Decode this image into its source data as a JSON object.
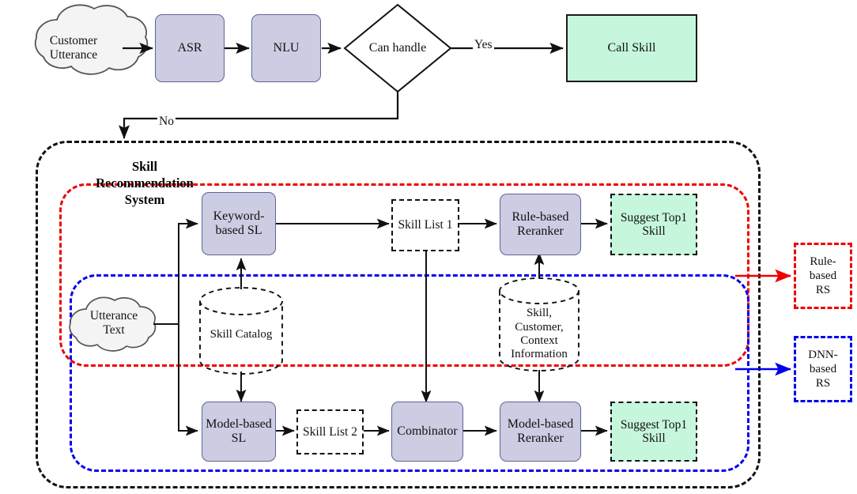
{
  "diagram": {
    "title": "Skill Recommendation System pipeline",
    "system_label": "Skill\nRecommendation\nSystem",
    "colors": {
      "process_fill": "#cccce2",
      "process_stroke": "#62629a",
      "terminal_fill": "#c6f7dd",
      "rule_based_accent": "#ee0000",
      "dnn_based_accent": "#0000ee",
      "container_accent": "#111111"
    },
    "top_flow": {
      "customer_utterance": "Customer\nUtterance",
      "asr": "ASR",
      "nlu": "NLU",
      "decision": "Can handle",
      "yes_label": "Yes",
      "no_label": "No",
      "call_skill": "Call Skill"
    },
    "inner": {
      "utterance_text": "Utterance\nText",
      "keyword_based_sl": "Keyword-\nbased SL",
      "model_based_sl": "Model-based\nSL",
      "skill_list_1": "Skill List 1",
      "skill_list_2": "Skill List 2",
      "combinator": "Combinator",
      "rule_based_reranker": "Rule-based\nReranker",
      "model_based_reranker": "Model-based\nReranker",
      "suggest_top1_rule": "Suggest Top1\nSkill",
      "suggest_top1_model": "Suggest Top1\nSkill",
      "skill_catalog": "Skill Catalog",
      "context_store": "Skill,\nCustomer,\nContext\nInformation"
    },
    "outputs": {
      "rule_based_rs": "Rule-\nbased\nRS",
      "dnn_based_rs": "DNN-\nbased\nRS"
    }
  }
}
